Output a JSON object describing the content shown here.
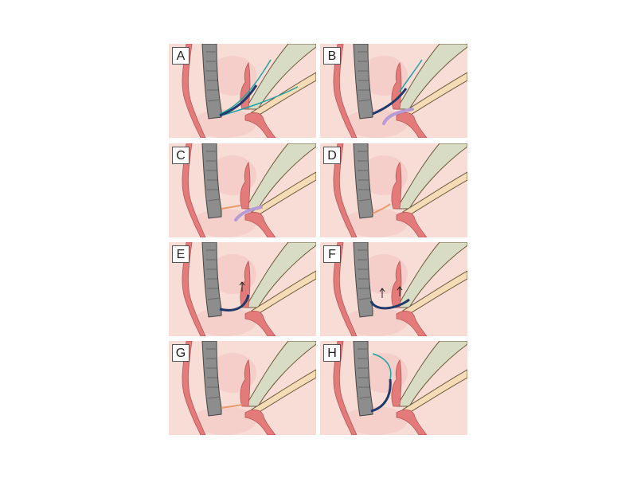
{
  "figure": {
    "panels": [
      {
        "label": "A"
      },
      {
        "label": "B"
      },
      {
        "label": "C"
      },
      {
        "label": "D"
      },
      {
        "label": "E"
      },
      {
        "label": "F"
      },
      {
        "label": "G"
      },
      {
        "label": "H"
      }
    ]
  },
  "colors": {
    "background": "#f8ddd6",
    "wall": "#e27b7a",
    "scope": "#8d8d8d",
    "bile_duct": "#d9dcc4",
    "pancreatic_duct": "#f6dcb6",
    "guidewire_dark": "#1f3a6b",
    "guidewire_teal": "#1fa3a3",
    "stent_purple": "#b79ad6",
    "catheter_orange": "#e89a6a"
  }
}
